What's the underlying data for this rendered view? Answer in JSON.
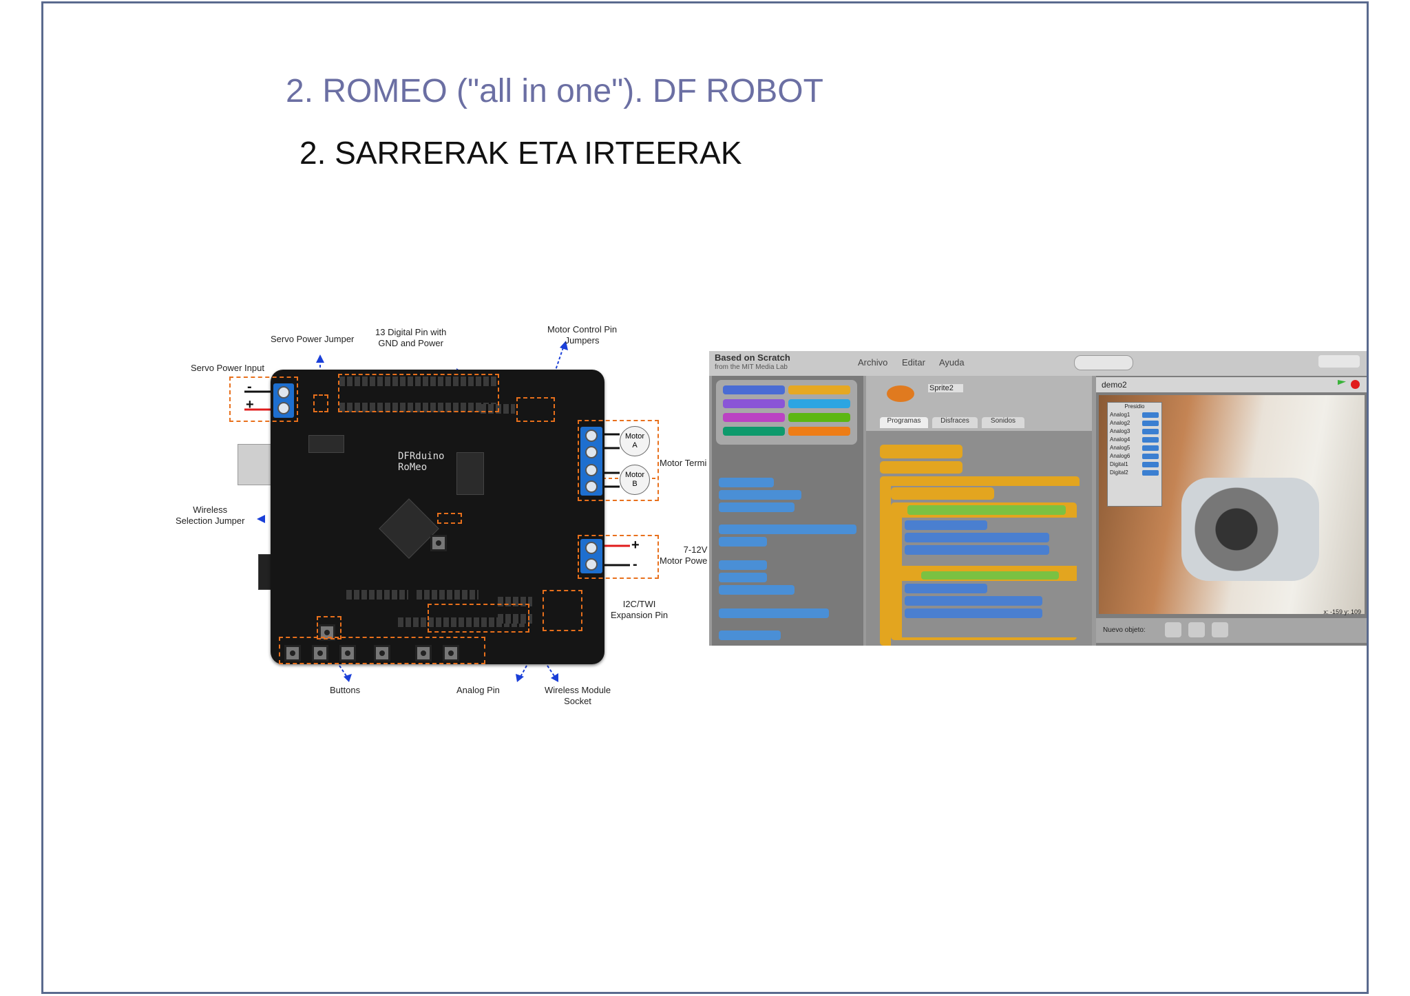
{
  "slide": {
    "title": "2. ROMEO (\"all in one\"). DF ROBOT",
    "subtitle": "2. SARRERAK ETA IRTEERAK"
  },
  "board": {
    "labels": {
      "servo_power_jumper": "Servo Power Jumper",
      "digital_pins": "13 Digital Pin with\nGND and Power",
      "motor_control_jumpers": "Motor Control Pin\nJumpers",
      "servo_power_input": "Servo Power Input",
      "motor_terminal": "Motor Termi",
      "wireless_selection": "Wireless\nSelection Jumper",
      "motor_power": "7-12V\nMotor Powe",
      "i2c": "I2C/TWI\nExpansion Pin",
      "buttons": "Buttons",
      "analog_pin": "Analog Pin",
      "wireless_socket": "Wireless Module\nSocket"
    },
    "motor_a": "Motor\nA",
    "motor_b": "Motor\nB",
    "silk_name": "DFRduino\nRoMeo",
    "plus": "+",
    "minus": "-",
    "colors": {
      "callout_dash": "#e8701c",
      "arrow": "#1a3fd8",
      "terminal": "#1e6fcf",
      "wire_red": "#e01b1b"
    }
  },
  "scratch": {
    "brand": "Based on Scratch",
    "brand_sub": "from the MIT Media Lab",
    "menu": [
      "Archivo",
      "Editar",
      "Ayuda"
    ],
    "sprite_name": "Sprite2",
    "tabs": [
      "Programas",
      "Disfraces",
      "Sonidos"
    ],
    "stage_name": "demo2",
    "monitor_title": "Presidio",
    "monitor_rows": [
      "Analog1",
      "Analog2",
      "Analog3",
      "Analog4",
      "Analog5",
      "Analog6",
      "Digital1",
      "Digital2"
    ],
    "new_object": "Nuevo objeto:",
    "coords": "x: -159  y: 109"
  }
}
